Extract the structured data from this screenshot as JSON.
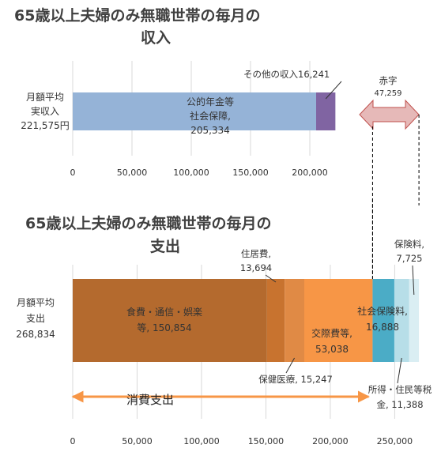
{
  "chart_data": [
    {
      "type": "bar",
      "orientation": "horizontal",
      "stacked": true,
      "title_lines": [
        "65歳以上夫婦のみ無職世帯の毎月の",
        "収入"
      ],
      "row_label_lines": [
        "月額平均",
        "実収入",
        "221,575円"
      ],
      "xlim": [
        0,
        250000
      ],
      "xticks": [
        0,
        50000,
        100000,
        150000,
        200000
      ],
      "tick_labels": [
        "0",
        "50,000",
        "100,000",
        "150,000",
        "200,000"
      ],
      "grid": true,
      "segments": [
        {
          "label_lines": [
            "公的年金等",
            "社会保障,",
            "205,334"
          ],
          "value": 205334,
          "color": "#95b3d7"
        },
        {
          "label_lines": [
            "その他の収入16,241"
          ],
          "value": 16241,
          "color": "#8064a2"
        }
      ],
      "deficit": {
        "label_lines": [
          "赤字",
          "47,259"
        ],
        "value": 47259,
        "color": "#e6b9b8"
      }
    },
    {
      "type": "bar",
      "orientation": "horizontal",
      "stacked": true,
      "title_lines": [
        "65歳以上夫婦のみ無職世帯の毎月の",
        "支出"
      ],
      "row_label_lines": [
        "月額平均",
        "支出",
        "268,834"
      ],
      "xlim": [
        0,
        270000
      ],
      "xticks": [
        0,
        50000,
        100000,
        150000,
        200000,
        250000
      ],
      "tick_labels": [
        "0",
        "50,000",
        "100,000",
        "150,000",
        "200,000",
        "250,000"
      ],
      "grid": true,
      "segments": [
        {
          "label_lines": [
            "食費・通信・娯楽",
            "等, 150,854"
          ],
          "value": 150854,
          "color": "#b46a2e"
        },
        {
          "label_lines": [
            "住居費,",
            "13,694"
          ],
          "value": 13694,
          "color": "#c8732f"
        },
        {
          "label_lines": [
            "保健医療, 15,247"
          ],
          "value": 15247,
          "color": "#e08a45"
        },
        {
          "label_lines": [
            "交際費等,",
            "53,038"
          ],
          "value": 53038,
          "color": "#f79646"
        },
        {
          "label_lines": [
            "社会保険料,",
            "16,888"
          ],
          "value": 16888,
          "color": "#4bacc6"
        },
        {
          "label_lines": [
            "所得・住民等税",
            "金, 11,388"
          ],
          "value": 11388,
          "color": "#b7dee8"
        },
        {
          "label_lines": [
            "保険料,",
            "7,725"
          ],
          "value": 7725,
          "color": "#daeef3"
        }
      ],
      "consumption": {
        "label": "消費支出",
        "value": 232833,
        "color": "#f79646"
      }
    }
  ]
}
